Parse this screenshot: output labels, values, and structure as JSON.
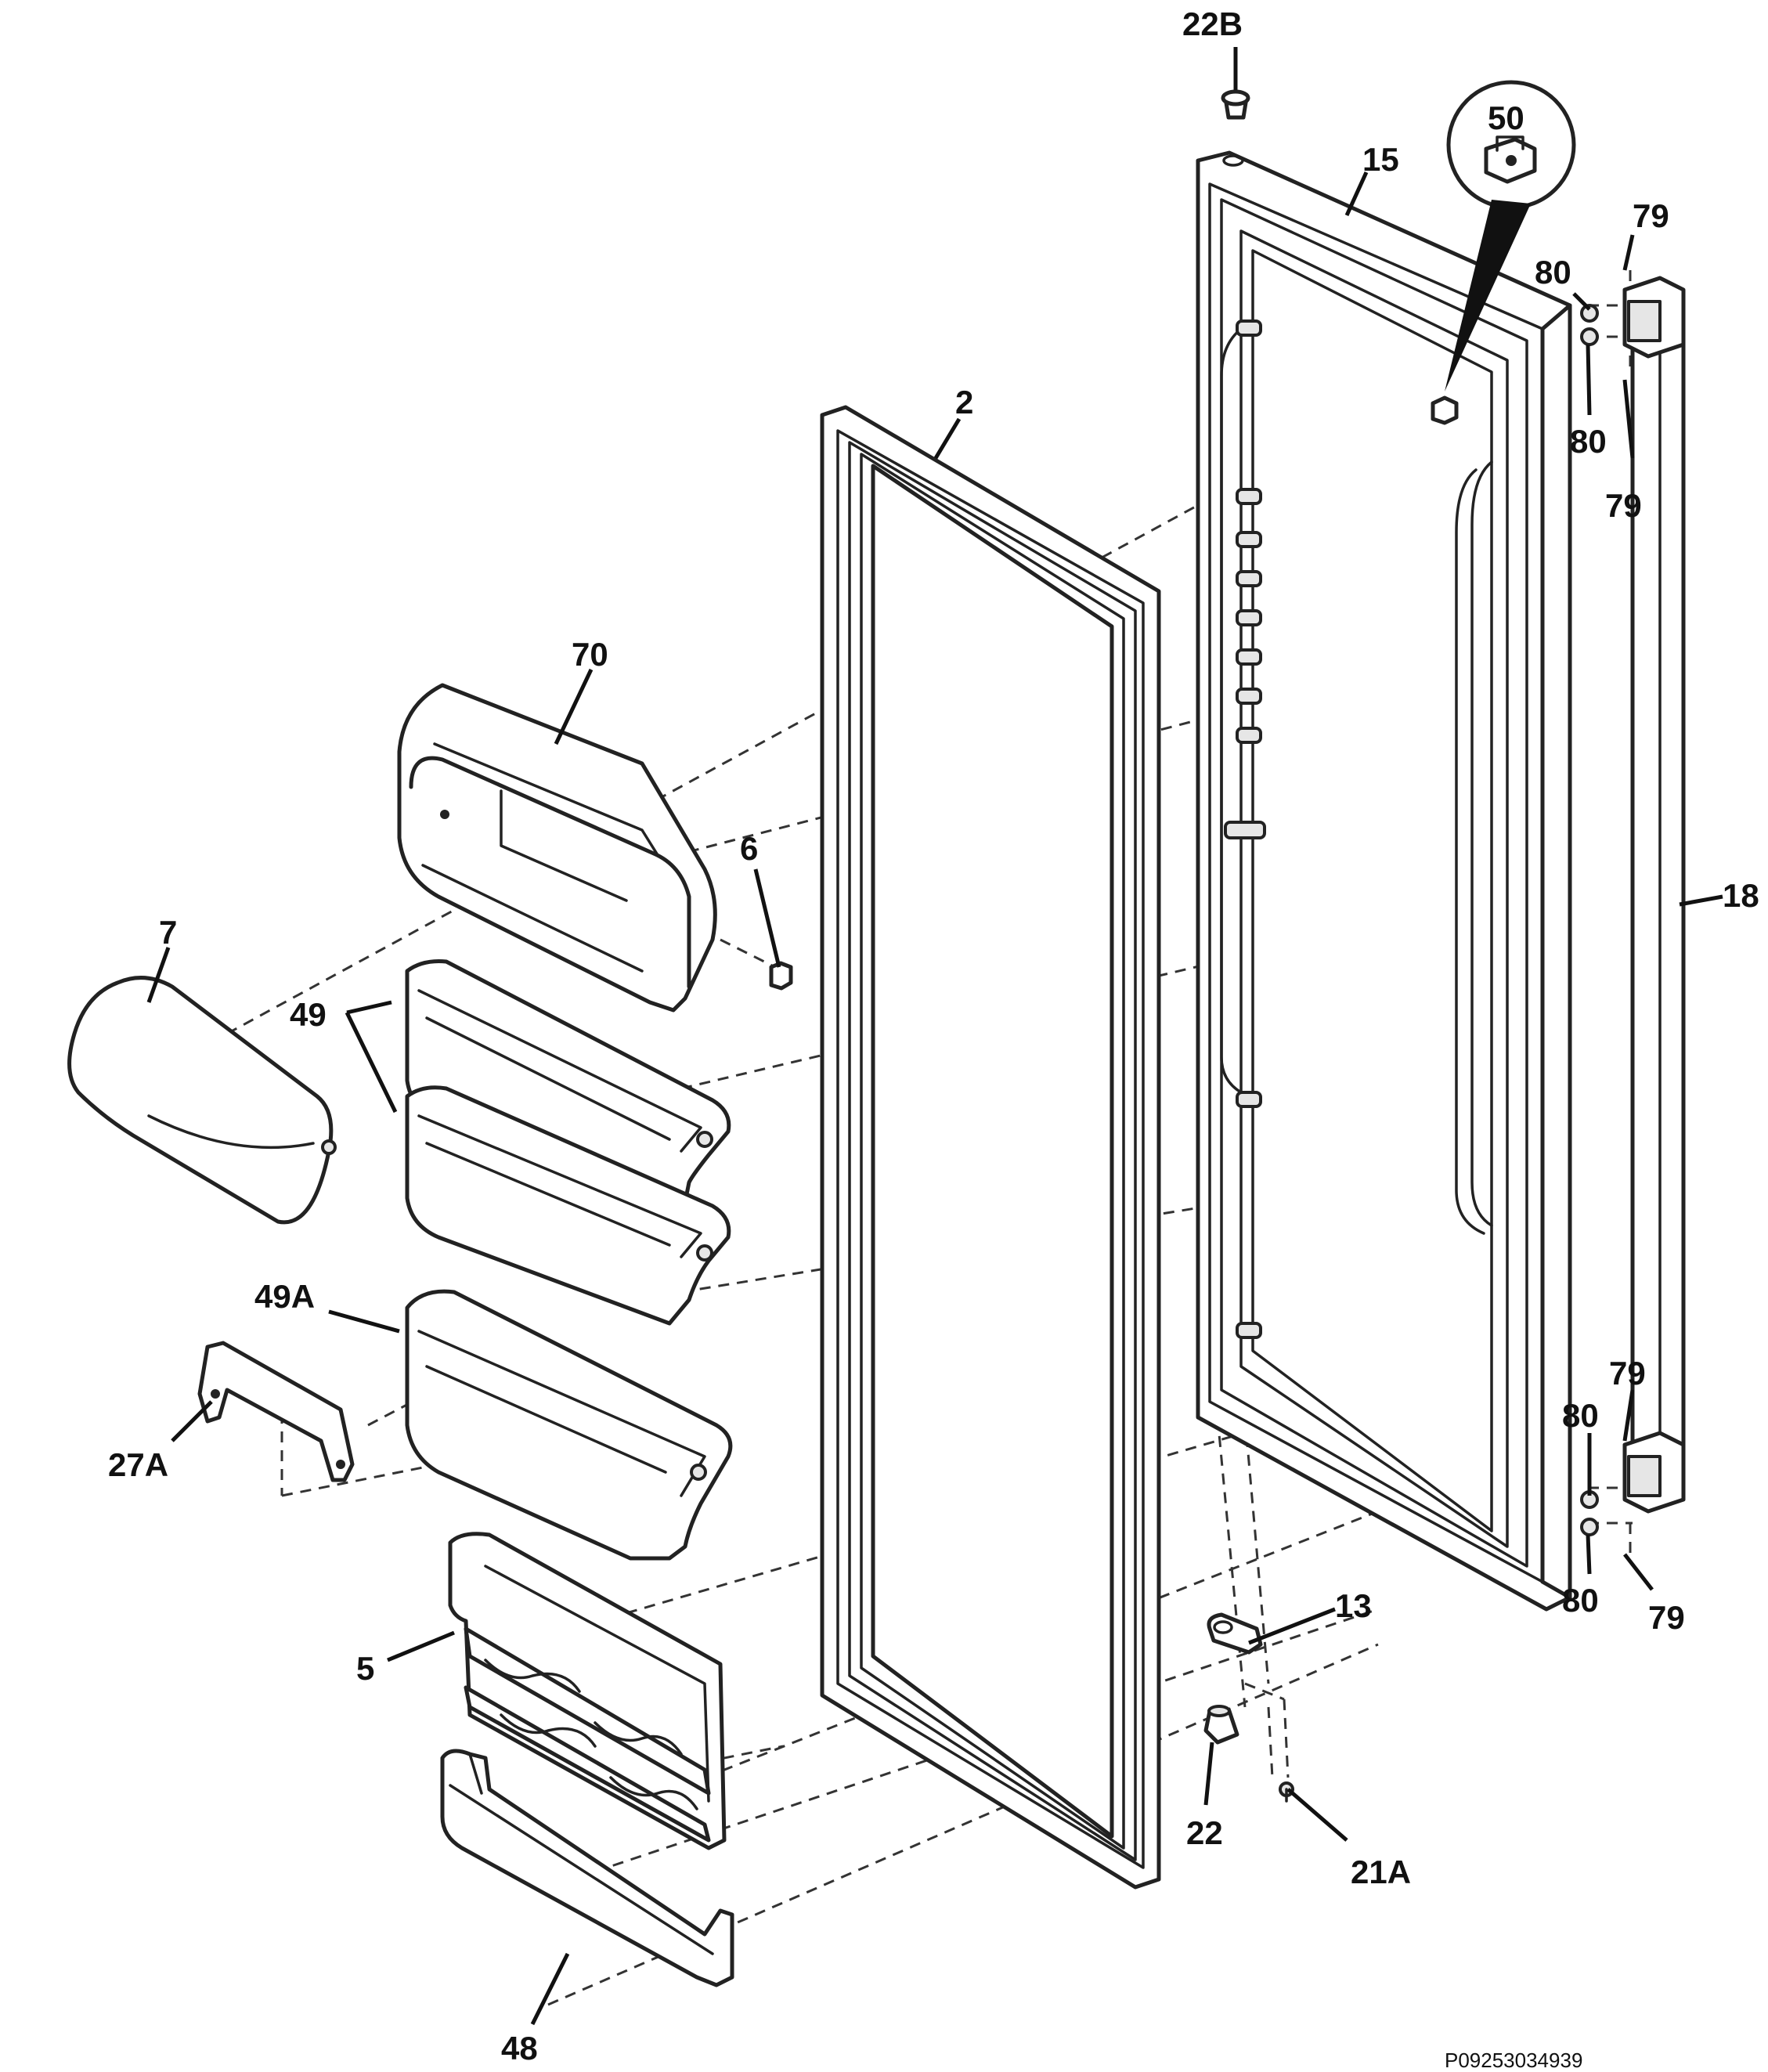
{
  "colors": {
    "line": "#222222",
    "background": "#ffffff"
  },
  "labels": {
    "p22B": "22B",
    "p50": "50",
    "p15": "15",
    "p79a": "79",
    "p80a": "80",
    "p80b": "80",
    "p79b": "79",
    "p2": "2",
    "p70": "70",
    "p6": "6",
    "p7": "7",
    "p49": "49",
    "p18": "18",
    "p49A": "49A",
    "p27A": "27A",
    "p79c": "79",
    "p80c": "80",
    "p80d": "80",
    "p79d": "79",
    "p13": "13",
    "p5": "5",
    "p22": "22",
    "p21A": "21A",
    "p48": "48"
  },
  "image_code": "P09253034939"
}
